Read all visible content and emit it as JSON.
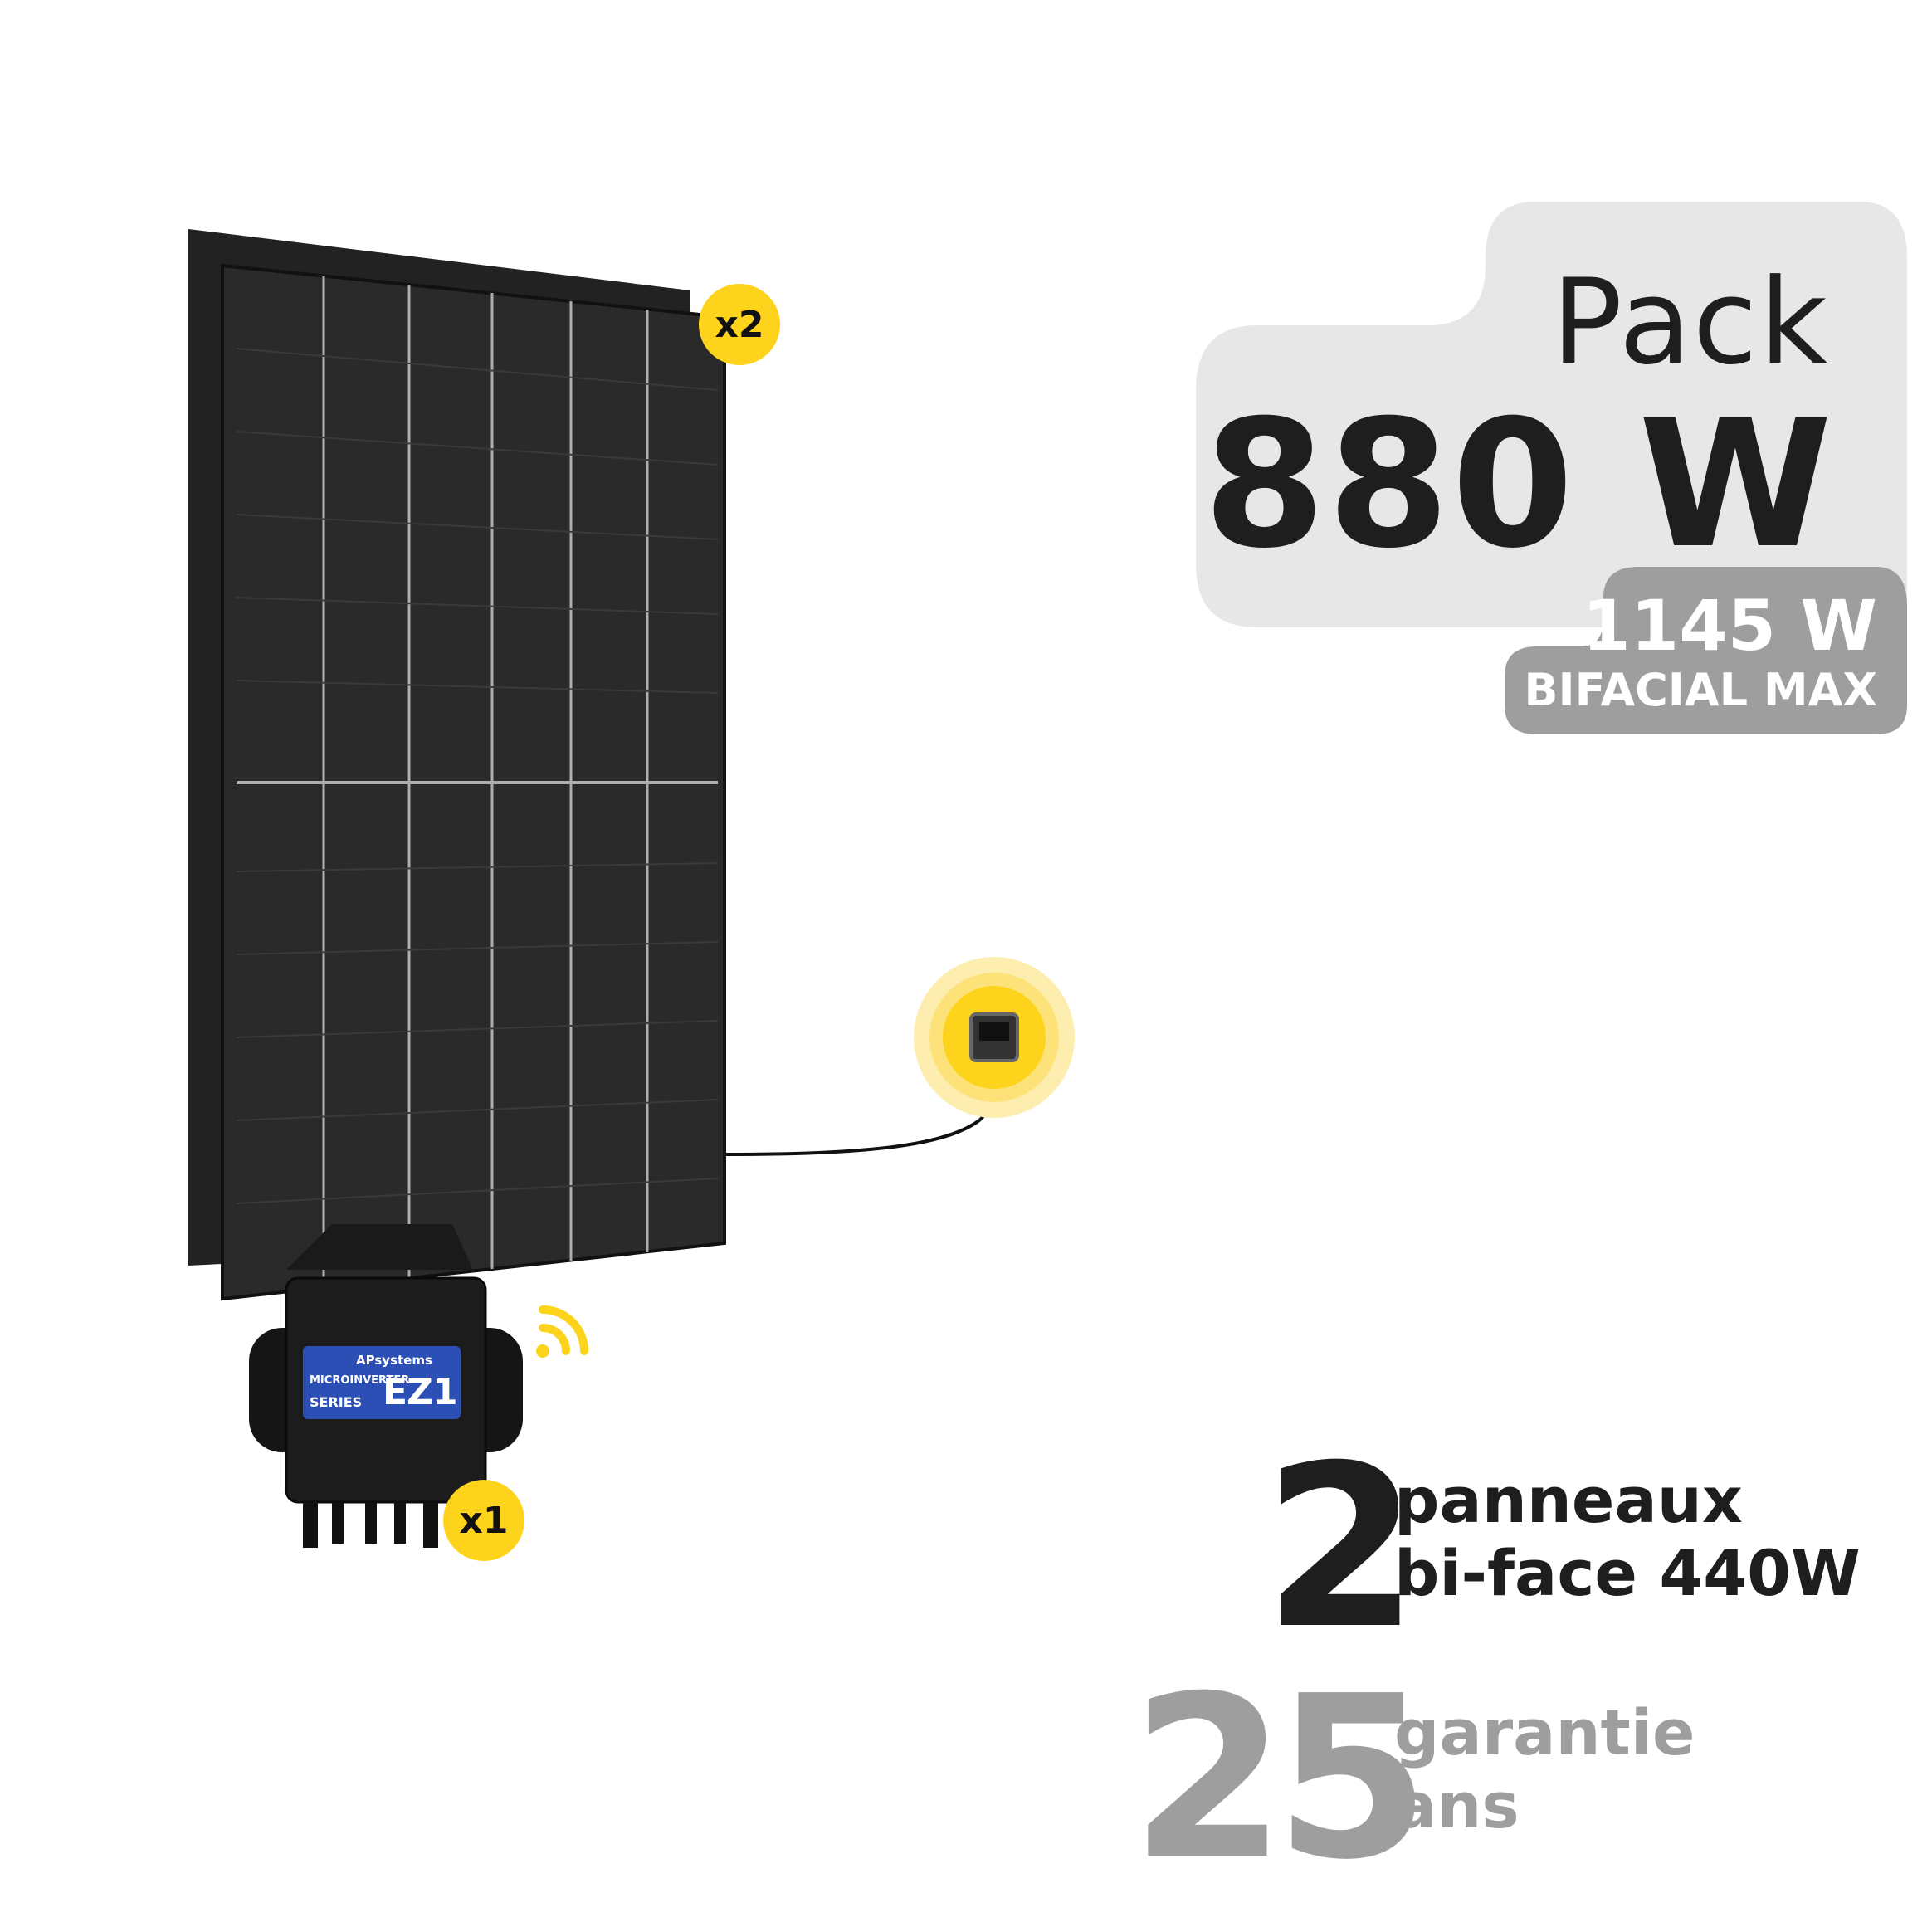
{
  "pack": {
    "label": "Pack",
    "power": "880 W"
  },
  "bifacial": {
    "value": "1145 W",
    "label": "BIFACIAL MAX"
  },
  "badges": {
    "panels_qty": "x2",
    "inverter_qty": "x1"
  },
  "panels": {
    "count": "2",
    "line1": "panneaux",
    "line2": "bi-face 440W"
  },
  "warranty": {
    "years": "25",
    "line1": "garantie",
    "line2": "ans"
  },
  "inverter": {
    "brand": "APsystems",
    "series_line1": "MICROINVERTER",
    "series_line2": "SERIES",
    "model": "EZ1"
  },
  "colors": {
    "accent_yellow": "#fdd31c",
    "light_grey": "#e7e7e7",
    "mid_grey": "#9e9e9e",
    "text_dark": "#1e1e1e",
    "inverter_label_blue": "#2b4fb5"
  },
  "icons": [
    "wifi-signal-icon",
    "power-socket-icon"
  ]
}
